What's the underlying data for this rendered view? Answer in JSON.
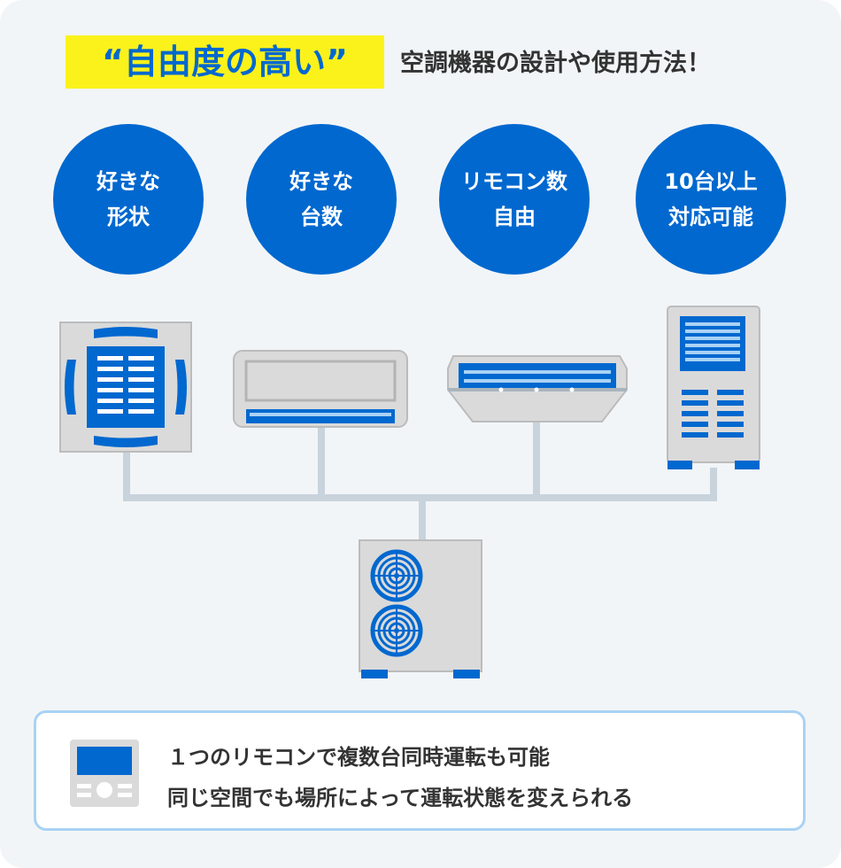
{
  "headline": {
    "highlight": "“自由度の高い”",
    "subtitle": "空調機器の設計や使用方法！"
  },
  "features": [
    {
      "line1": "好きな",
      "line2": "形状"
    },
    {
      "line1": "好きな",
      "line2": "台数"
    },
    {
      "line1": "リモコン数",
      "line2": "自由"
    },
    {
      "line1": "10台以上",
      "line2": "対応可能"
    }
  ],
  "info": {
    "line1": "１つのリモコンで複数台同時運転も可能",
    "line2": "同じ空間でも場所によって運転状態を変えられる"
  },
  "colors": {
    "accent": "#0068cf",
    "highlight": "#fbf21b",
    "pipe": "#c9d3dc",
    "unit": "#dadada",
    "info_border": "#a9d2f4"
  },
  "icons": [
    "ceiling-cassette-icon",
    "wall-mounted-unit-icon",
    "ceiling-suspended-unit-icon",
    "floor-standing-unit-icon",
    "outdoor-unit-icon",
    "remote-control-icon"
  ]
}
